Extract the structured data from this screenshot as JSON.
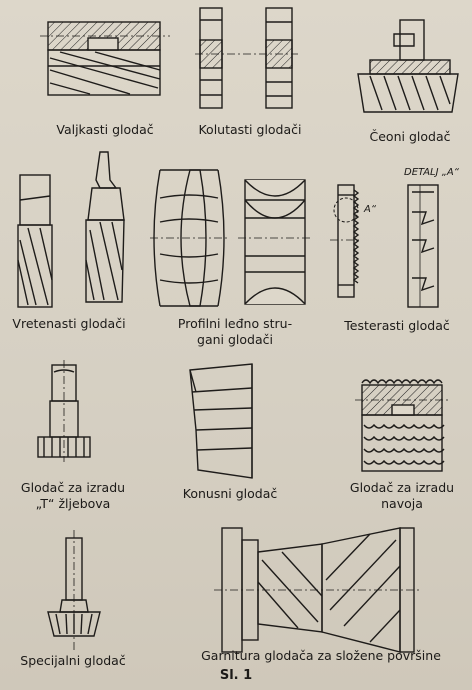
{
  "captions": {
    "valjkasti": "Valjkasti glodač",
    "kolutasti": "Kolutasti glodači",
    "ceoni": "Čeoni glodač",
    "vretenasti": "Vretenasti glodači",
    "profilni_1": "Profilni leđno stru-",
    "profilni_2": "gani glodači",
    "testerasti": "Testerasti glodač",
    "t_zlebovi_1": "Glodač za izradu",
    "t_zlebovi_2": "„T“ žljebova",
    "konusni": "Konusni glodač",
    "navoji_1": "Glodač za izradu",
    "navoji_2": "navoja",
    "specijalni": "Specijalni glodač",
    "garnitura": "Garnitura glodača za složene površine"
  },
  "detail_label": "DETALJ „A“",
  "detail_marker": "A“",
  "figure_label": "Sl. 1"
}
